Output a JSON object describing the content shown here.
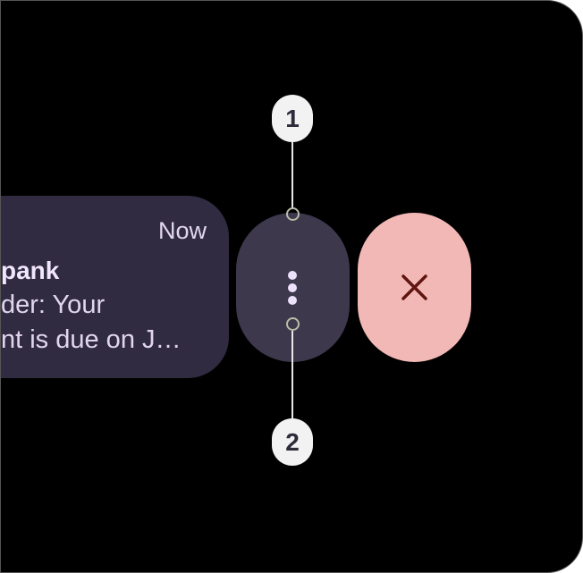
{
  "notification": {
    "time": "Now",
    "title_visible": "pank",
    "body_line1": "der: Your",
    "body_line2": "nt is due on J…"
  },
  "actions": {
    "menu_icon": "more-vertical-icon",
    "dismiss_icon": "close-icon",
    "dismiss_color": "#f2b8b5",
    "dismiss_icon_color": "#601410"
  },
  "callouts": [
    {
      "label": "1"
    },
    {
      "label": "2"
    }
  ]
}
